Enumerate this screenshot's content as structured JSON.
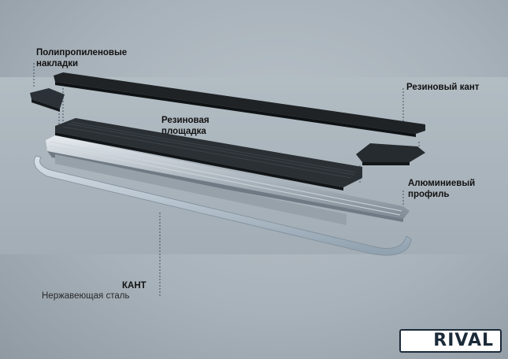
{
  "labels": {
    "polypropylene": "Полипропиленовые\nнакладки",
    "rubber_edge": "Резиновый кант",
    "rubber_pad": "Резиновая\nплощадка",
    "aluminum": "Алюминиевый\nпрофиль",
    "kant": "КАНТ",
    "kant_sub": "Нержавеющая сталь"
  },
  "brand": {
    "name": "RIVAL",
    "color": "#1b2a38"
  }
}
